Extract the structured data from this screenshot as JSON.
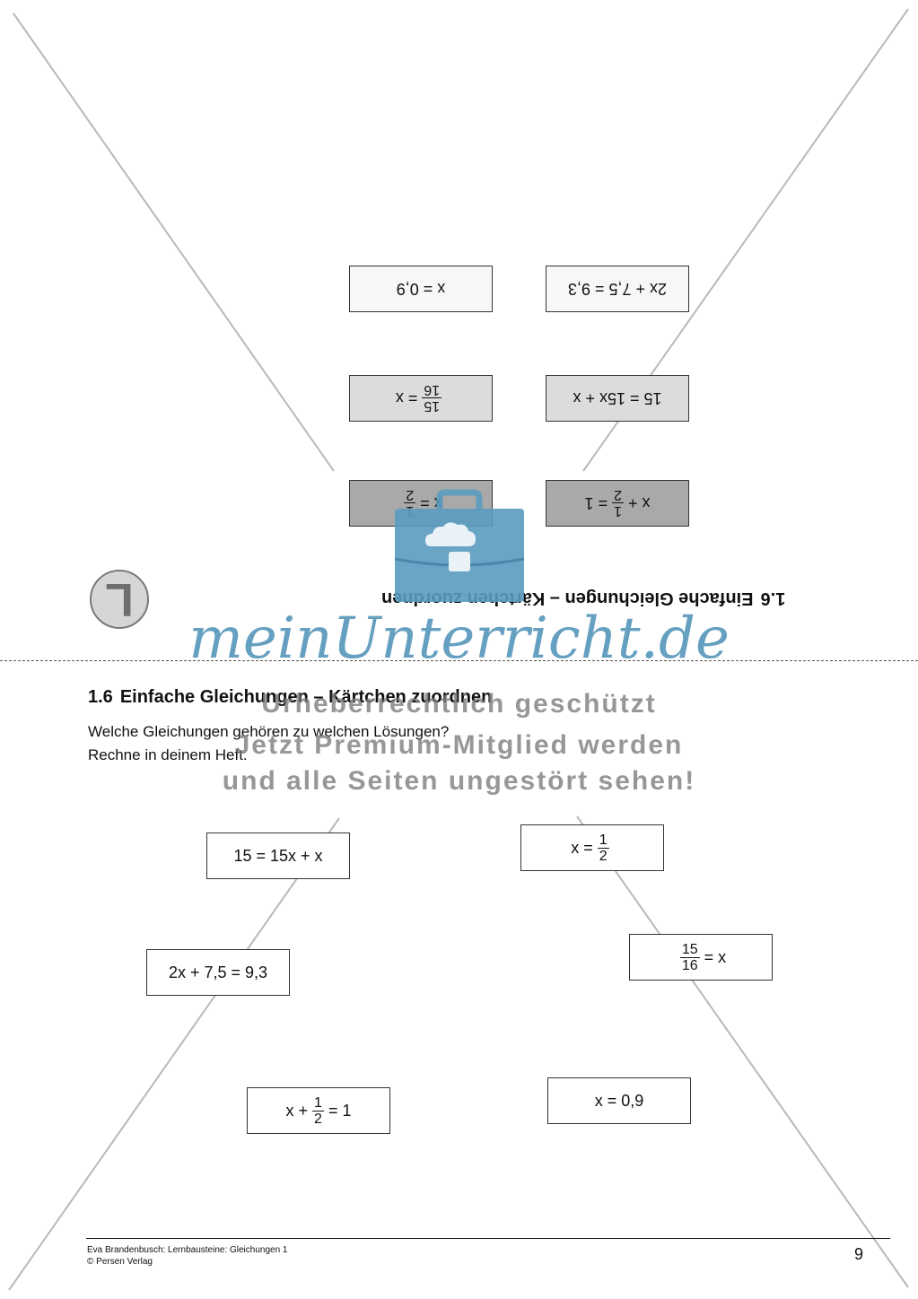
{
  "header_upside_down": {
    "title_number": "1.6",
    "title_text": "Einfache Gleichungen – Kärtchen zuordnen",
    "badge_letter": "L"
  },
  "solution_cards": [
    {
      "pre": "x = 0,9"
    },
    {
      "pre": "2x + 7,5 = 9,3"
    },
    {
      "frac_num": "15",
      "frac_den": "16",
      "post": "= x"
    },
    {
      "pre": "15 = 15x + x"
    },
    {
      "pre": "x =",
      "frac_num": "1",
      "frac_den": "2"
    },
    {
      "pre": "x +",
      "frac_num": "1",
      "frac_den": "2",
      "post": "= 1"
    }
  ],
  "worksheet": {
    "title_number": "1.6",
    "title_text": "Einfache Gleichungen – Kärtchen zuordnen",
    "instruction_1": "Welche Gleichungen gehören zu welchen Lösungen?",
    "instruction_2": "Rechne in deinem Heft."
  },
  "cards": [
    {
      "pre": "15 = 15x + x"
    },
    {
      "pre": "x =",
      "frac_num": "1",
      "frac_den": "2"
    },
    {
      "pre": "2x + 7,5 = 9,3"
    },
    {
      "frac_num": "15",
      "frac_den": "16",
      "post": "= x"
    },
    {
      "pre": "x +",
      "frac_num": "1",
      "frac_den": "2",
      "post": "= 1"
    },
    {
      "pre": "x = 0,9"
    }
  ],
  "watermark": {
    "brand": "meinUnterricht.de",
    "line_1": "Urheberrechtlich geschützt",
    "line_2": "Jetzt Premium-Mitglied werden",
    "line_3": "und alle Seiten ungestört sehen!"
  },
  "footer": {
    "line_1": "Eva Brandenbusch: Lernbausteine: Gleichungen 1",
    "line_2": "© Persen Verlag",
    "page_number": "9"
  },
  "colors": {
    "brand_blue": "#5a9bc0",
    "watermark_gray": "#7d7d7d"
  }
}
